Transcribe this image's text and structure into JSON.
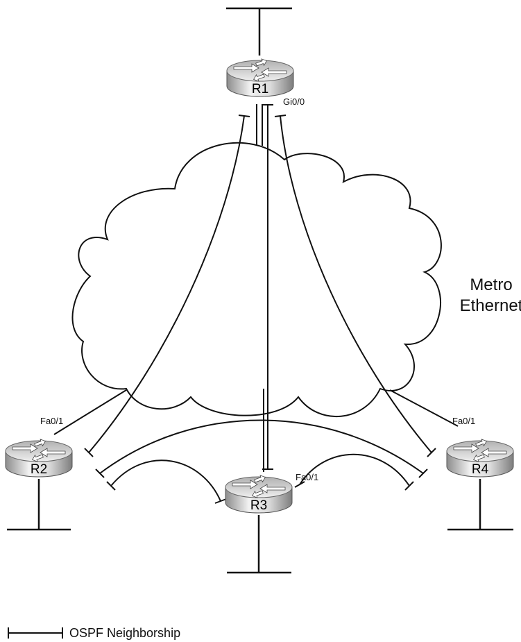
{
  "routers": [
    {
      "id": "r1",
      "name": "R1"
    },
    {
      "id": "r2",
      "name": "R2"
    },
    {
      "id": "r3",
      "name": "R3"
    },
    {
      "id": "r4",
      "name": "R4"
    }
  ],
  "interfaces": {
    "r1": "Gi0/0",
    "r2": "Fa0/1",
    "r3": "Fa0/1",
    "r4": "Fa0/1"
  },
  "cloud": {
    "line1": "Metro",
    "line2": "Ethernet"
  },
  "legend": {
    "label": "OSPF Neighborship"
  },
  "colors": {
    "router_body_light": "#e4e4e4",
    "router_body_dark": "#8a8a8a",
    "router_top": "#d6d6d6",
    "arrow": "#ffffff",
    "line": "#111111"
  }
}
